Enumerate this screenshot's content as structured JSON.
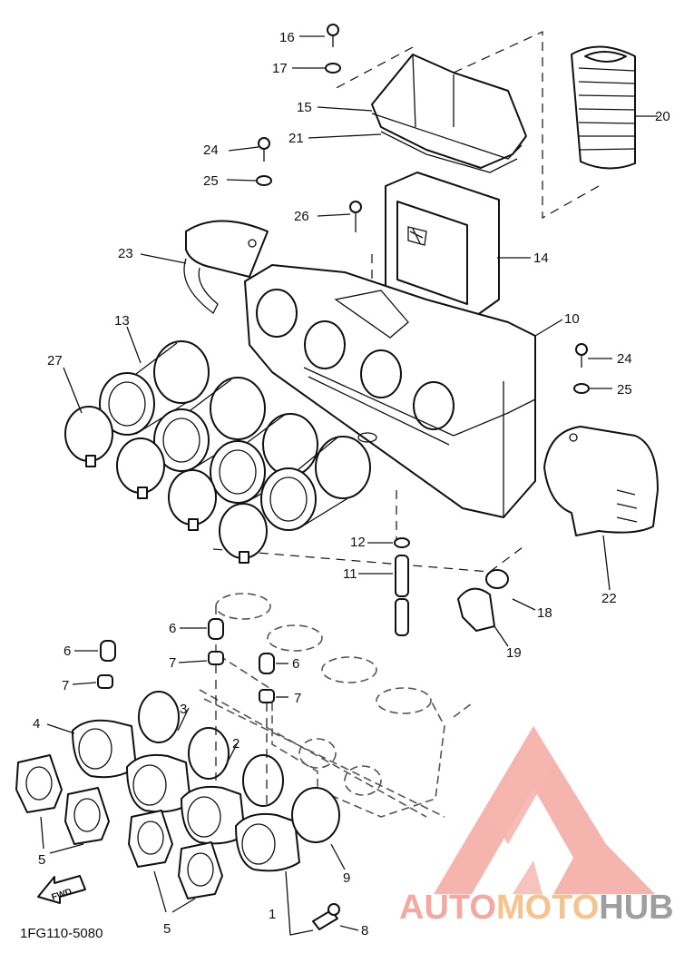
{
  "diagram": {
    "code": "1FG110-5080",
    "fwd_label": "FWD",
    "callouts": [
      {
        "id": "c1",
        "label": "1"
      },
      {
        "id": "c2",
        "label": "2"
      },
      {
        "id": "c3",
        "label": "3"
      },
      {
        "id": "c4",
        "label": "4"
      },
      {
        "id": "c5a",
        "label": "5"
      },
      {
        "id": "c5b",
        "label": "5"
      },
      {
        "id": "c6a",
        "label": "6"
      },
      {
        "id": "c6b",
        "label": "6"
      },
      {
        "id": "c6c",
        "label": "6"
      },
      {
        "id": "c7a",
        "label": "7"
      },
      {
        "id": "c7b",
        "label": "7"
      },
      {
        "id": "c7c",
        "label": "7"
      },
      {
        "id": "c8",
        "label": "8"
      },
      {
        "id": "c9",
        "label": "9"
      },
      {
        "id": "c10",
        "label": "10"
      },
      {
        "id": "c11",
        "label": "11"
      },
      {
        "id": "c12",
        "label": "12"
      },
      {
        "id": "c13",
        "label": "13"
      },
      {
        "id": "c14",
        "label": "14"
      },
      {
        "id": "c15",
        "label": "15"
      },
      {
        "id": "c16",
        "label": "16"
      },
      {
        "id": "c17",
        "label": "17"
      },
      {
        "id": "c18",
        "label": "18"
      },
      {
        "id": "c19",
        "label": "19"
      },
      {
        "id": "c20",
        "label": "20"
      },
      {
        "id": "c21",
        "label": "21"
      },
      {
        "id": "c22",
        "label": "22"
      },
      {
        "id": "c23",
        "label": "23"
      },
      {
        "id": "c24a",
        "label": "24"
      },
      {
        "id": "c24b",
        "label": "24"
      },
      {
        "id": "c25a",
        "label": "25"
      },
      {
        "id": "c25b",
        "label": "25"
      },
      {
        "id": "c26",
        "label": "26"
      },
      {
        "id": "c27",
        "label": "27"
      }
    ]
  },
  "watermark": {
    "part1": "AUTO",
    "part2": "MOTO",
    "part3": "HUB",
    "colors": {
      "salmon": "#f4a9a0",
      "orange": "#f7c38c",
      "grey": "#9e9e9e",
      "logo": "#f08a80"
    }
  }
}
